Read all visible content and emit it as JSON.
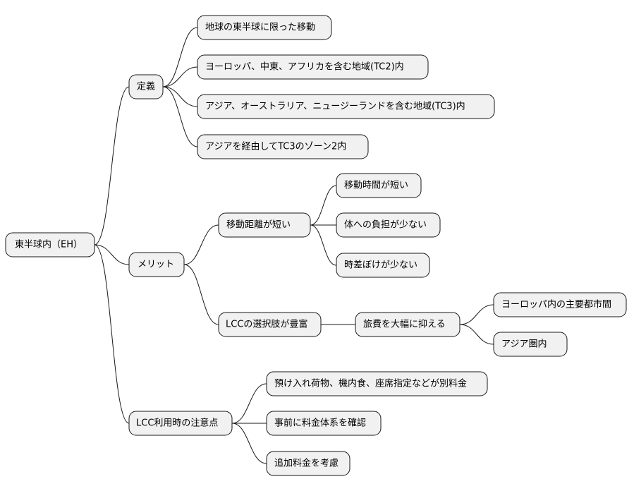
{
  "mindmap": {
    "root": {
      "label": "東半球内（EH）",
      "children": [
        {
          "label": "定義",
          "children": [
            {
              "label": "地球の東半球に限った移動"
            },
            {
              "label": "ヨーロッパ、中東、アフリカを含む地域(TC2)内"
            },
            {
              "label": "アジア、オーストラリア、ニュージーランドを含む地域(TC3)内"
            },
            {
              "label": "アジアを経由してTC3のゾーン2内"
            }
          ]
        },
        {
          "label": "メリット",
          "children": [
            {
              "label": "移動距離が短い",
              "children": [
                {
                  "label": "移動時間が短い"
                },
                {
                  "label": "体への負担が少ない"
                },
                {
                  "label": "時差ぼけが少ない"
                }
              ]
            },
            {
              "label": "LCCの選択肢が豊富",
              "children": [
                {
                  "label": "旅費を大幅に抑える",
                  "children": [
                    {
                      "label": "ヨーロッパ内の主要都市間"
                    },
                    {
                      "label": "アジア圏内"
                    }
                  ]
                }
              ]
            }
          ]
        },
        {
          "label": "LCC利用時の注意点",
          "children": [
            {
              "label": "預け入れ荷物、機内食、座席指定などが別料金"
            },
            {
              "label": "事前に料金体系を確認"
            },
            {
              "label": "追加料金を考慮"
            }
          ]
        }
      ]
    }
  }
}
